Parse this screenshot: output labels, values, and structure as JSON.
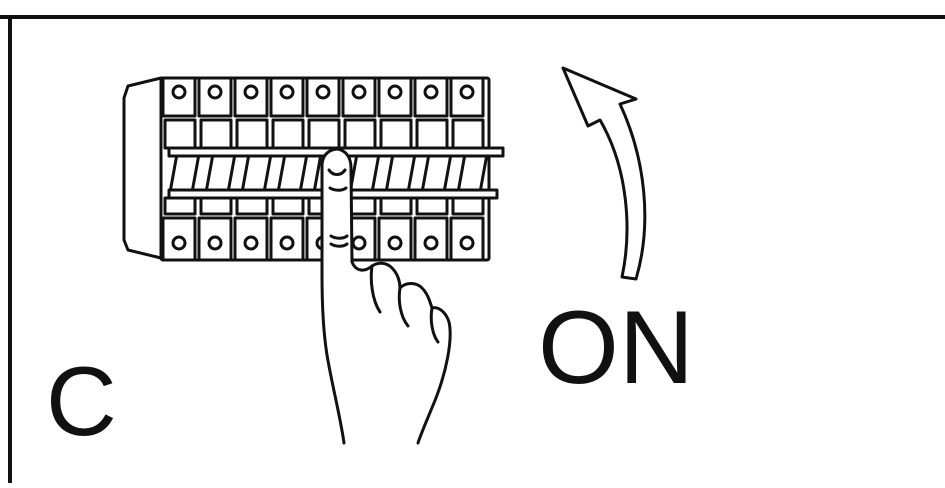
{
  "panel": {
    "step_label": "C",
    "action_label": "ON"
  },
  "breaker": {
    "pole_count": 9,
    "terminals_per_row": 9,
    "pressed_pole": 5
  },
  "colors": {
    "line": "#111111",
    "background": "#ffffff"
  },
  "icons": {
    "arrow": "curved-up-arrow-icon",
    "hand": "pointing-hand-icon",
    "device": "circuit-breaker-icon"
  }
}
